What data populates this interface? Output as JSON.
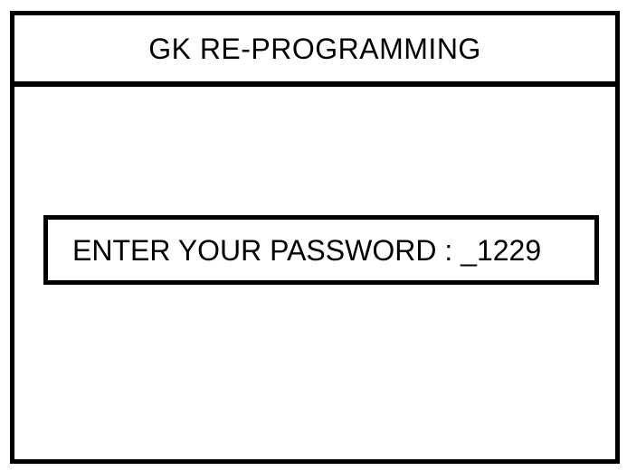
{
  "window": {
    "title": "GK RE-PROGRAMMING"
  },
  "password_field": {
    "label": "ENTER YOUR PASSWORD :",
    "entry": "_1229",
    "cursor": "_",
    "typed_value": "1229"
  },
  "colors": {
    "background": "#ffffff",
    "border": "#000000",
    "text": "#000000"
  }
}
